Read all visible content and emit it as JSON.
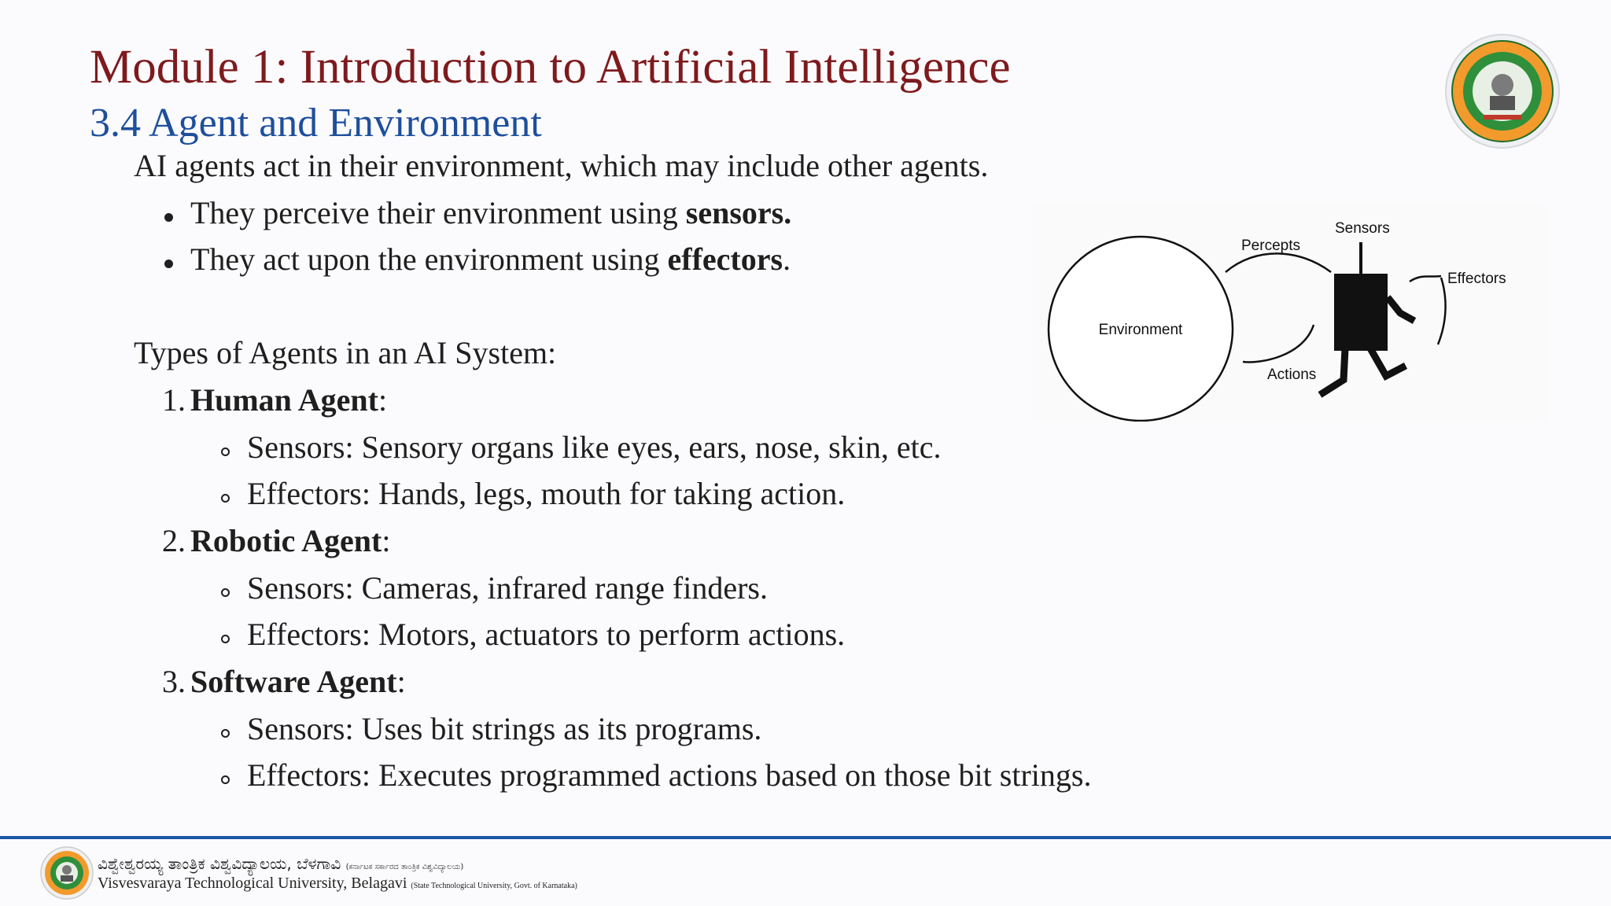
{
  "slide": {
    "title": "Module 1: Introduction to Artificial Intelligence",
    "subtitle": "3.4 Agent and Environment",
    "intro": "AI agents act in their environment, which may include other agents.",
    "bullets": [
      {
        "prefix": "They perceive their environment using ",
        "bold": "sensors",
        "suffix": "."
      },
      {
        "prefix": "They act upon the environment using ",
        "bold": "effectors",
        "suffix": "."
      }
    ],
    "types_heading": "Types of Agents in an AI System:",
    "agents": [
      {
        "number": "1.",
        "name": "Human Agent",
        "colon": ":",
        "sensors": "Sensors: Sensory organs like eyes, ears, nose, skin, etc.",
        "effectors": "Effectors: Hands, legs, mouth for taking action."
      },
      {
        "number": "2.",
        "name": "Robotic Agent",
        "colon": ":",
        "sensors": "Sensors: Cameras, infrared range finders.",
        "effectors": "Effectors: Motors, actuators to perform actions."
      },
      {
        "number": "3.",
        "name": "Software Agent",
        "colon": ":",
        "sensors": "Sensors: Uses bit strings as its programs.",
        "effectors": "Effectors: Executes programmed actions based on those bit strings."
      }
    ]
  },
  "diagram": {
    "environment": "Environment",
    "percepts": "Percepts",
    "sensors": "Sensors",
    "effectors": "Effectors",
    "actions": "Actions"
  },
  "footer": {
    "kannada_name": "ವಿಶ್ವೇಶ್ವರಯ್ಯ ತಾಂತ್ರಿಕ ವಿಶ್ವವಿದ್ಯಾಲಯ, ಬೆಳಗಾವಿ",
    "kannada_note": "(ಕರ್ನಾಟಕ ಸರ್ಕಾರದ ತಾಂತ್ರಿಕ ವಿಶ್ವವಿದ್ಯಾಲಯ)",
    "english_name": "Visvesvaraya Technological University, Belagavi",
    "english_note": "(State Technological University, Govt. of Karnataka)"
  },
  "colors": {
    "title": "#7e1a1d",
    "subtitle": "#1e4f9c",
    "footer_rule": "#1d55a8"
  },
  "icons": {
    "university_logo": "vtu-emblem-icon"
  }
}
